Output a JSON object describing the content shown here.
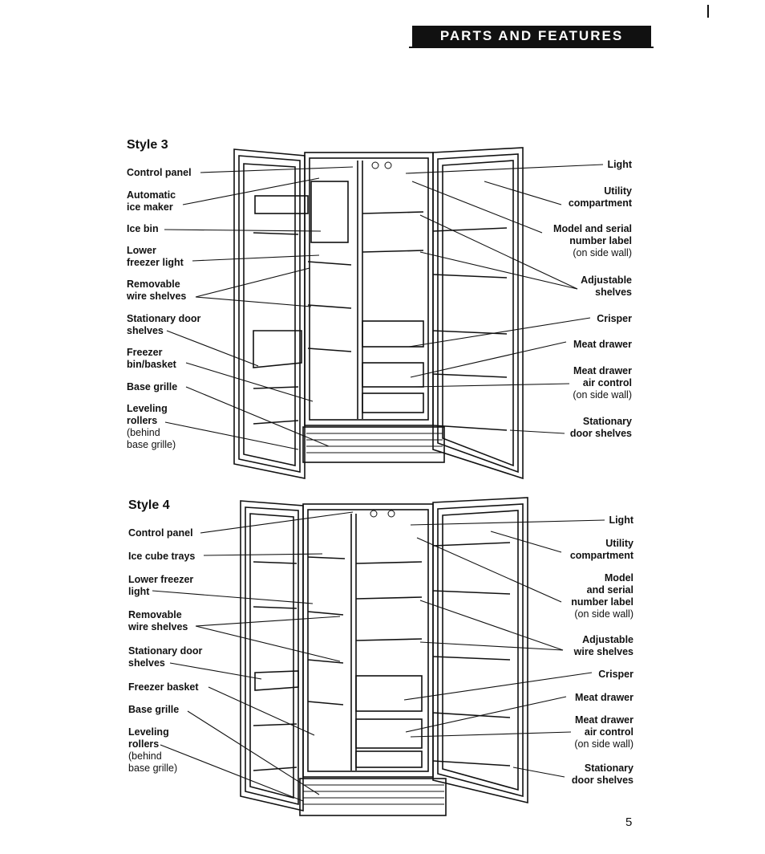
{
  "header": {
    "title": "PARTS AND FEATURES"
  },
  "style3": {
    "title": "Style 3",
    "left": [
      {
        "text": "Control panel"
      },
      {
        "text": "Automatic ice maker",
        "lines": [
          "Automatic",
          "ice maker"
        ]
      },
      {
        "text": "Ice bin"
      },
      {
        "text": "Lower freezer light",
        "lines": [
          "Lower",
          "freezer light"
        ]
      },
      {
        "text": "Removable wire shelves",
        "lines": [
          "Removable",
          "wire shelves"
        ]
      },
      {
        "text": "Stationary door shelves",
        "lines": [
          "Stationary door",
          "shelves"
        ]
      },
      {
        "text": "Freezer bin/basket",
        "lines": [
          "Freezer",
          "bin/basket"
        ]
      },
      {
        "text": "Base grille"
      },
      {
        "text": "Leveling rollers",
        "lines": [
          "Leveling",
          "rollers"
        ],
        "note": [
          "(behind",
          "base grille)"
        ]
      }
    ],
    "right": [
      {
        "text": "Light"
      },
      {
        "text": "Utility compartment",
        "lines": [
          "Utility",
          "compartment"
        ]
      },
      {
        "text": "Model and serial number label",
        "lines": [
          "Model and serial",
          "number label"
        ],
        "note": [
          "(on side wall)"
        ]
      },
      {
        "text": "Adjustable shelves",
        "lines": [
          "Adjustable",
          "shelves"
        ]
      },
      {
        "text": "Crisper"
      },
      {
        "text": "Meat drawer"
      },
      {
        "text": "Meat drawer air control",
        "lines": [
          "Meat drawer",
          "air control"
        ],
        "note": [
          "(on side wall)"
        ]
      },
      {
        "text": "Stationary door shelves",
        "lines": [
          "Stationary",
          "door shelves"
        ]
      }
    ]
  },
  "style4": {
    "title": "Style 4",
    "left": [
      {
        "text": "Control panel"
      },
      {
        "text": "Ice cube trays"
      },
      {
        "text": "Lower freezer light",
        "lines": [
          "Lower freezer",
          "light"
        ]
      },
      {
        "text": "Removable wire shelves",
        "lines": [
          "Removable",
          "wire shelves"
        ]
      },
      {
        "text": "Stationary door shelves",
        "lines": [
          "Stationary door",
          "shelves"
        ]
      },
      {
        "text": "Freezer basket"
      },
      {
        "text": "Base grille"
      },
      {
        "text": "Leveling rollers",
        "lines": [
          "Leveling",
          "rollers"
        ],
        "note": [
          "(behind",
          "base grille)"
        ]
      }
    ],
    "right": [
      {
        "text": "Light"
      },
      {
        "text": "Utility compartment",
        "lines": [
          "Utility",
          "compartment"
        ]
      },
      {
        "text": "Model and serial number label",
        "lines": [
          "Model",
          "and serial",
          "number label"
        ],
        "note": [
          "(on side wall)"
        ]
      },
      {
        "text": "Adjustable wire shelves",
        "lines": [
          "Adjustable",
          "wire shelves"
        ]
      },
      {
        "text": "Crisper"
      },
      {
        "text": "Meat drawer"
      },
      {
        "text": "Meat drawer air control",
        "lines": [
          "Meat drawer",
          "air control"
        ],
        "note": [
          "(on side wall)"
        ]
      },
      {
        "text": "Stationary door shelves",
        "lines": [
          "Stationary",
          "door shelves"
        ]
      }
    ]
  },
  "page_number": "5"
}
